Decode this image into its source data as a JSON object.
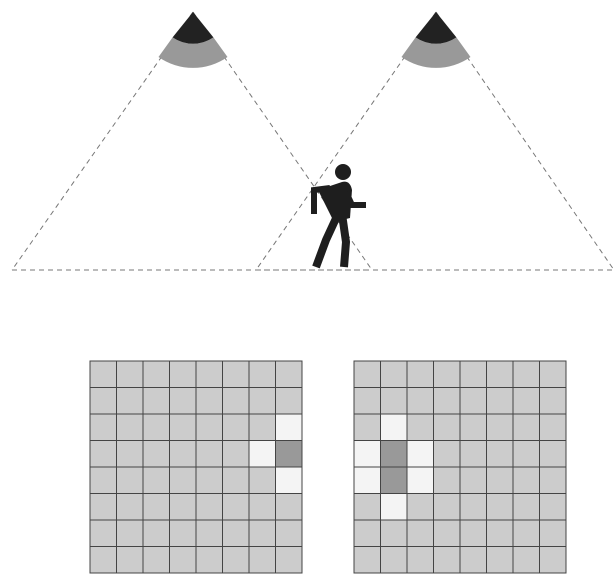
{
  "colors": {
    "background": "#ffffff",
    "cone_line": "#777777",
    "sensor_dark": "#222222",
    "sensor_band": "#999999",
    "person": "#1e1e1e",
    "cell_default": "#cccccc",
    "cell_light": "#f4f4f4",
    "cell_dark": "#999999",
    "grid_line": "#444444"
  },
  "sensors": [
    {
      "name": "left-sensor"
    },
    {
      "name": "right-sensor"
    }
  ],
  "figure": {
    "icon": "walking-person-icon"
  },
  "grids": [
    {
      "name": "left-pixel-grid",
      "rows": 8,
      "cols": 8,
      "highlights": [
        {
          "row": 2,
          "col": 7,
          "level": "light"
        },
        {
          "row": 3,
          "col": 6,
          "level": "light"
        },
        {
          "row": 3,
          "col": 7,
          "level": "dark"
        },
        {
          "row": 4,
          "col": 7,
          "level": "light"
        }
      ]
    },
    {
      "name": "right-pixel-grid",
      "rows": 8,
      "cols": 8,
      "highlights": [
        {
          "row": 2,
          "col": 1,
          "level": "light"
        },
        {
          "row": 3,
          "col": 0,
          "level": "light"
        },
        {
          "row": 3,
          "col": 1,
          "level": "dark"
        },
        {
          "row": 3,
          "col": 2,
          "level": "light"
        },
        {
          "row": 4,
          "col": 0,
          "level": "light"
        },
        {
          "row": 4,
          "col": 1,
          "level": "dark"
        },
        {
          "row": 4,
          "col": 2,
          "level": "light"
        },
        {
          "row": 5,
          "col": 1,
          "level": "light"
        }
      ]
    }
  ]
}
